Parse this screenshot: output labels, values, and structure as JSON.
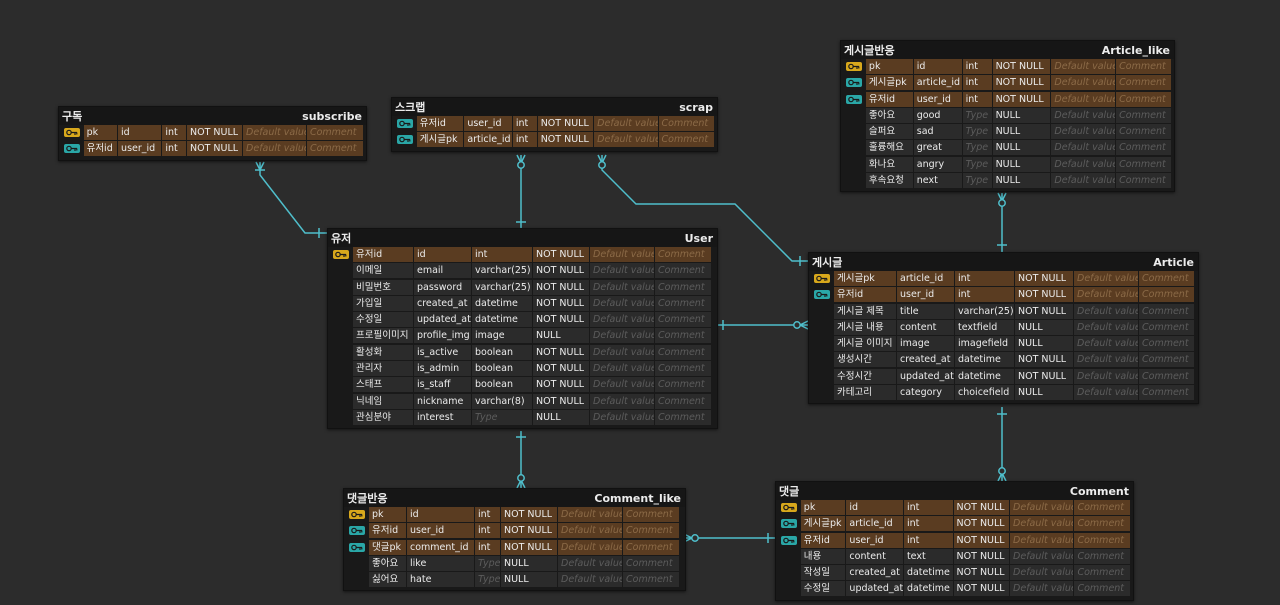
{
  "placeholders": {
    "type": "Type",
    "default": "Default value",
    "comment": "Comment"
  },
  "colors": {
    "line": "#4fbecb",
    "pk_key": "#d8a81c",
    "fk_key": "#2aa7a7",
    "key_row": "#5a3c21",
    "background": "#2c2c2c"
  },
  "tables": {
    "subscribe": {
      "kr": "구독",
      "en": "subscribe",
      "rows": [
        {
          "key": "pk",
          "kr": "pk",
          "name": "id",
          "type": "int",
          "null": "NOT NULL"
        },
        {
          "key": "fk",
          "kr": "유저id",
          "name": "user_id",
          "type": "int",
          "null": "NOT NULL"
        }
      ]
    },
    "scrap": {
      "kr": "스크랩",
      "en": "scrap",
      "rows": [
        {
          "key": "fk",
          "kr": "유저id",
          "name": "user_id",
          "type": "int",
          "null": "NOT NULL"
        },
        {
          "key": "fk",
          "kr": "게시글pk",
          "name": "article_id",
          "type": "int",
          "null": "NOT NULL"
        }
      ]
    },
    "article_like": {
      "kr": "게시글반응",
      "en": "Article_like",
      "rows": [
        {
          "key": "pk",
          "kr": "pk",
          "name": "id",
          "type": "int",
          "null": "NOT NULL"
        },
        {
          "key": "fk",
          "kr": "게시글pk",
          "name": "article_id",
          "type": "int",
          "null": "NOT NULL"
        },
        {
          "key": "fk",
          "kr": "유저id",
          "name": "user_id",
          "type": "int",
          "null": "NOT NULL"
        },
        {
          "key": "",
          "kr": "좋아요",
          "name": "good",
          "type": "",
          "null": "NULL"
        },
        {
          "key": "",
          "kr": "슬퍼요",
          "name": "sad",
          "type": "",
          "null": "NULL"
        },
        {
          "key": "",
          "kr": "훌륭해요",
          "name": "great",
          "type": "",
          "null": "NULL"
        },
        {
          "key": "",
          "kr": "화나요",
          "name": "angry",
          "type": "",
          "null": "NULL"
        },
        {
          "key": "",
          "kr": "후속요청",
          "name": "next",
          "type": "",
          "null": "NULL"
        }
      ]
    },
    "user": {
      "kr": "유저",
      "en": "User",
      "rows": [
        {
          "key": "pk",
          "kr": "유저id",
          "name": "id",
          "type": "int",
          "null": "NOT NULL"
        },
        {
          "key": "",
          "kr": "이메일",
          "name": "email",
          "type": "varchar(25)",
          "null": "NOT NULL"
        },
        {
          "key": "",
          "kr": "비밀번호",
          "name": "password",
          "type": "varchar(25)",
          "null": "NOT NULL"
        },
        {
          "key": "",
          "kr": "가입일",
          "name": "created_at",
          "type": "datetime",
          "null": "NOT NULL"
        },
        {
          "key": "",
          "kr": "수정일",
          "name": "updated_at",
          "type": "datetime",
          "null": "NOT NULL"
        },
        {
          "key": "",
          "kr": "프로필이미지",
          "name": "profile_img",
          "type": "image",
          "null": "NULL"
        },
        {
          "key": "",
          "kr": "활성화",
          "name": "is_active",
          "type": "boolean",
          "null": "NOT NULL"
        },
        {
          "key": "",
          "kr": "관리자",
          "name": "is_admin",
          "type": "boolean",
          "null": "NOT NULL"
        },
        {
          "key": "",
          "kr": "스태프",
          "name": "is_staff",
          "type": "boolean",
          "null": "NOT NULL"
        },
        {
          "key": "",
          "kr": "닉네임",
          "name": "nickname",
          "type": "varchar(8)",
          "null": "NOT NULL"
        },
        {
          "key": "",
          "kr": "관심분야",
          "name": "interest",
          "type": "",
          "null": "NULL"
        }
      ]
    },
    "article": {
      "kr": "게시글",
      "en": "Article",
      "rows": [
        {
          "key": "pk",
          "kr": "게시글pk",
          "name": "article_id",
          "type": "int",
          "null": "NOT NULL"
        },
        {
          "key": "fk",
          "kr": "유저id",
          "name": "user_id",
          "type": "int",
          "null": "NOT NULL"
        },
        {
          "key": "",
          "kr": "게시글 제목",
          "name": "title",
          "type": "varchar(25)",
          "null": "NOT NULL"
        },
        {
          "key": "",
          "kr": "게시글 내용",
          "name": "content",
          "type": "textfield",
          "null": "NULL"
        },
        {
          "key": "",
          "kr": "게시글 이미지",
          "name": "image",
          "type": "imagefield",
          "null": "NULL"
        },
        {
          "key": "",
          "kr": "생성시간",
          "name": "created_at",
          "type": "datetime",
          "null": "NOT NULL"
        },
        {
          "key": "",
          "kr": "수정시간",
          "name": "updated_at",
          "type": "datetime",
          "null": "NOT NULL"
        },
        {
          "key": "",
          "kr": "카테고리",
          "name": "category",
          "type": "choicefield",
          "null": "NULL"
        }
      ]
    },
    "comment_like": {
      "kr": "댓글반응",
      "en": "Comment_like",
      "rows": [
        {
          "key": "pk",
          "kr": "pk",
          "name": "id",
          "type": "int",
          "null": "NOT NULL"
        },
        {
          "key": "fk",
          "kr": "유저id",
          "name": "user_id",
          "type": "int",
          "null": "NOT NULL"
        },
        {
          "key": "fk",
          "kr": "댓글pk",
          "name": "comment_id",
          "type": "int",
          "null": "NOT NULL"
        },
        {
          "key": "",
          "kr": "좋아요",
          "name": "like",
          "type": "",
          "null": "NULL"
        },
        {
          "key": "",
          "kr": "싫어요",
          "name": "hate",
          "type": "",
          "null": "NULL"
        }
      ]
    },
    "comment": {
      "kr": "댓글",
      "en": "Comment",
      "rows": [
        {
          "key": "pk",
          "kr": "pk",
          "name": "id",
          "type": "int",
          "null": "NOT NULL"
        },
        {
          "key": "fk",
          "kr": "게시글pk",
          "name": "article_id",
          "type": "int",
          "null": "NOT NULL"
        },
        {
          "key": "fk",
          "kr": "유저id",
          "name": "user_id",
          "type": "int",
          "null": "NOT NULL"
        },
        {
          "key": "",
          "kr": "내용",
          "name": "content",
          "type": "text",
          "null": "NOT NULL"
        },
        {
          "key": "",
          "kr": "작성일",
          "name": "created_at",
          "type": "datetime",
          "null": "NOT NULL"
        },
        {
          "key": "",
          "kr": "수정일",
          "name": "updated_at",
          "type": "datetime",
          "null": "NOT NULL"
        }
      ]
    }
  }
}
